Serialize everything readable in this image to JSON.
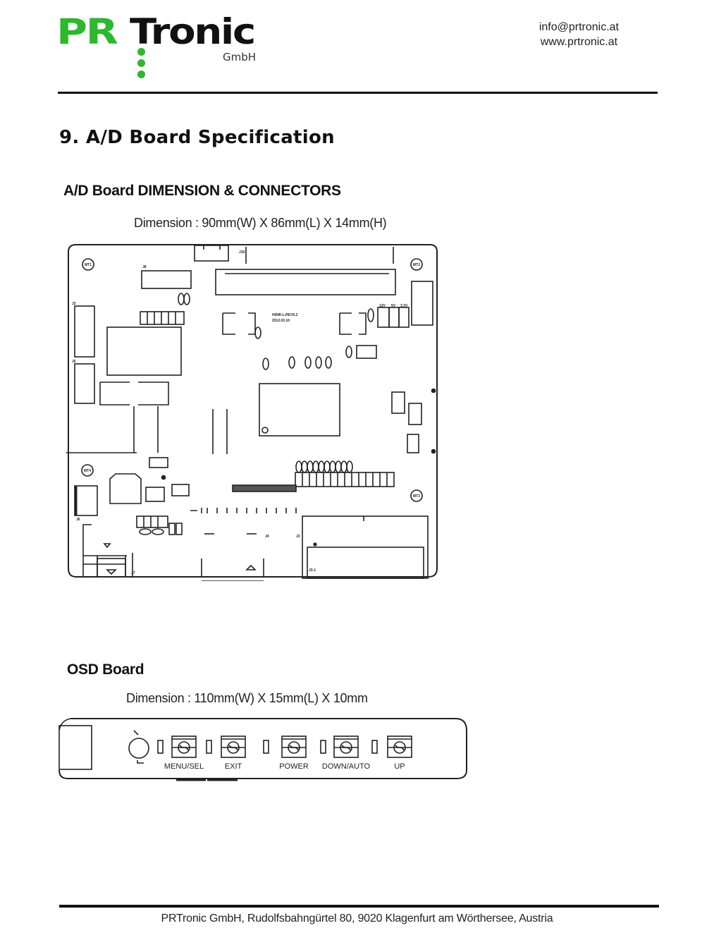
{
  "header": {
    "logo": {
      "part_green": "PR",
      "part_black": "Tronic",
      "suffix": "GmbH",
      "brand_green": "#2db82d"
    },
    "contact": {
      "email": "info@prtronic.at",
      "website": "www.prtronic.at"
    }
  },
  "section": {
    "title": "9. A/D Board Specification"
  },
  "ad_board": {
    "heading": "A/D Board DIMENSION & CONNECTORS",
    "dimension": "Dimension : 90mm(W) X 86mm(L) X 14mm(H)",
    "diagram_labels": {
      "pcb_version": "HDMI-L-REV0.2",
      "pcb_date": "2012.03.10",
      "voltage_labels": [
        "12V",
        "5V",
        "3.3V"
      ],
      "mount_holes": [
        "MT1",
        "MT2",
        "MT4",
        "MT3"
      ],
      "connectors": [
        "J10",
        "J8",
        "J2",
        "J5",
        "J6",
        "J4",
        "J3",
        "J3-1",
        "J7"
      ]
    }
  },
  "osd_board": {
    "heading": "OSD Board",
    "dimension": "Dimension : 110mm(W) X 15mm(L) X 10mm",
    "buttons": [
      {
        "label": "MENU/SEL"
      },
      {
        "label": "EXIT"
      },
      {
        "label": "POWER"
      },
      {
        "label": "DOWN/AUTO"
      },
      {
        "label": "UP"
      }
    ]
  },
  "footer": {
    "address": "PRTronic GmbH, Rudolfsbahngürtel 80, 9020 Klagenfurt am Wörthersee, Austria"
  }
}
